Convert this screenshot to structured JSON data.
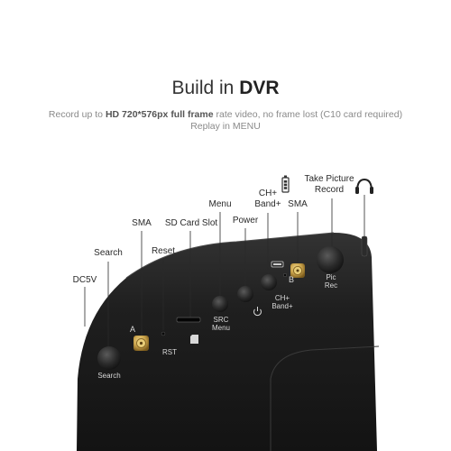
{
  "header": {
    "title_prefix": "Build in ",
    "title_bold": "DVR",
    "sub1_pre": "Record up to ",
    "sub1_bold": "HD 720*576px full frame",
    "sub1_post": " rate video, no frame lost (C10 card required)",
    "sub2": "Replay in MENU"
  },
  "callouts": {
    "dc5v": "DC5V",
    "search": "Search",
    "sma_a": "SMA",
    "reset": "Reset",
    "sd_slot": "SD Card Slot",
    "menu": "Menu",
    "power": "Power",
    "ch_band_1": "CH+",
    "ch_band_2": "Band+",
    "sma_b": "SMA",
    "take_pic_1": "Take Picture",
    "take_pic_2": "Record"
  },
  "device_labels": {
    "a": "A",
    "b": "B",
    "rst": "RST",
    "search": "Search",
    "src": "SRC",
    "menu": "Menu",
    "ch": "CH+",
    "band": "Band+",
    "pic": "Pic",
    "rec": "Rec"
  },
  "colors": {
    "device": "#1e1e1e",
    "text": "#2a2a2a",
    "brass": "#c9a24a"
  },
  "icons": [
    "battery-icon",
    "headphones-icon",
    "power-icon",
    "sd-card-icon"
  ]
}
